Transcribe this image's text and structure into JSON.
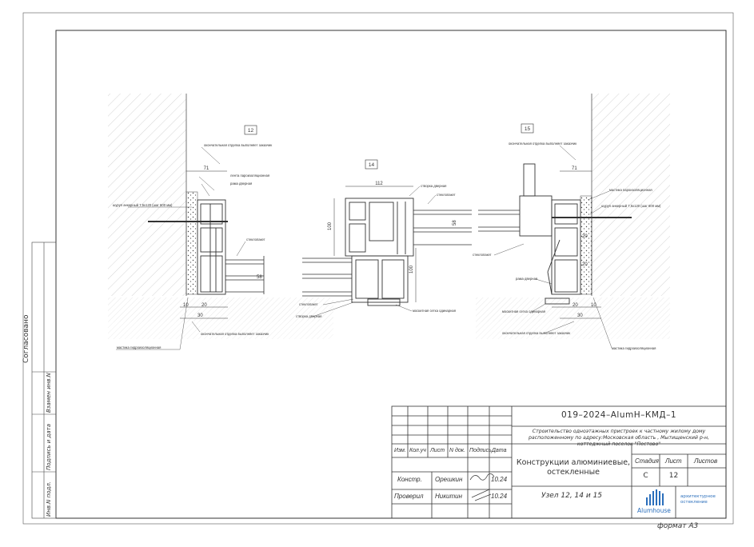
{
  "drawing": {
    "node_numbers": [
      "12",
      "14",
      "15"
    ],
    "dims": {
      "d71a": "71",
      "d71b": "71",
      "d10a": "10",
      "d20a": "20",
      "d30a": "30",
      "d10b": "10",
      "d20b": "20",
      "d30b": "30",
      "d58a": "58",
      "d58b": "58",
      "d112": "112",
      "d100a": "100",
      "d100b": "100",
      "d20c": "20",
      "d20d": "20"
    },
    "labels": {
      "a1": "окончательная отделка выполняет заказчик",
      "a2": "лента пароизоляционная",
      "a3": "рама дверная",
      "a4": "шуруп анкерный 7,5х120 (шаг 600 мм)",
      "a5": "стеклопакет",
      "a6": "окончательная отделка выполняет заказчик",
      "a7": "мастика гидроизоляционная",
      "b1": "створка дверная",
      "b2": "стеклопакет",
      "b3": "стеклопакет",
      "b4": "створка дверная",
      "b5": "москитная сетка одинарная",
      "c1": "окончательная отделка выполняет заказчик",
      "c2": "мастика пароизоляционная",
      "c3": "шуруп анкерный 7,5х120 (шаг 600 мм)",
      "c4": "стеклопакет",
      "c5": "рама дверная",
      "c6": "москитная сетка одинарная",
      "c7": "окончательная отделка выполняет заказчик",
      "c8": "мастика гидроизоляционная"
    }
  },
  "side": {
    "agreed": "Согласовано",
    "inv_replace": "Взамен инв.N",
    "sign_date": "Подпись и дата",
    "inv_orig": "Инв.N подл."
  },
  "titleblock": {
    "code": "019–2024–AlumH–КМД–1",
    "project": "Строительство одноэтажных пристроек к частному жилому дому расположенному по адресу:Московская область , Мытищенский р-н, коттеджный поселок \"Пестово\"",
    "title": "Конструкции алюминиевые, остекленные",
    "subtitle": "Узел 12, 14 и 15",
    "headers": {
      "izm": "Изм.",
      "kol": "Кол.уч",
      "list": "Лист",
      "ndok": "N док.",
      "podp": "Подпись",
      "data": "Дата"
    },
    "rows": [
      {
        "role": "Констр.",
        "name": "Орешкин",
        "date": "10.24"
      },
      {
        "role": "Проверил",
        "name": "Никитин",
        "date": "10.24"
      }
    ],
    "stage_label": "Стадия",
    "sheet_label": "Лист",
    "sheets_label": "Листов",
    "stage": "С",
    "sheet": "12",
    "sheets": "",
    "logo_word": "Alumhouse",
    "logo_tag_1": "архитектурное",
    "logo_tag_2": "остекление",
    "format": "формат А3"
  }
}
